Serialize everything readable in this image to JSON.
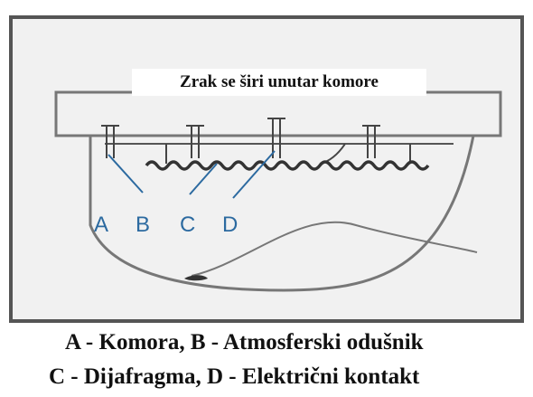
{
  "diagram": {
    "title": "Zrak se širi unutar komore",
    "labels": [
      "A",
      "B",
      "C",
      "D"
    ],
    "colors": {
      "frame": "#555555",
      "background": "#f1f1f1",
      "label": "#2c6aa0",
      "line": "#777777"
    }
  },
  "legend": {
    "line1_a": "A - Komora,",
    "line1_b": "B - Atmosferski odušnik",
    "line2_a": "C - Dijafragma,",
    "line2_b": "D - Električni kontakt"
  }
}
